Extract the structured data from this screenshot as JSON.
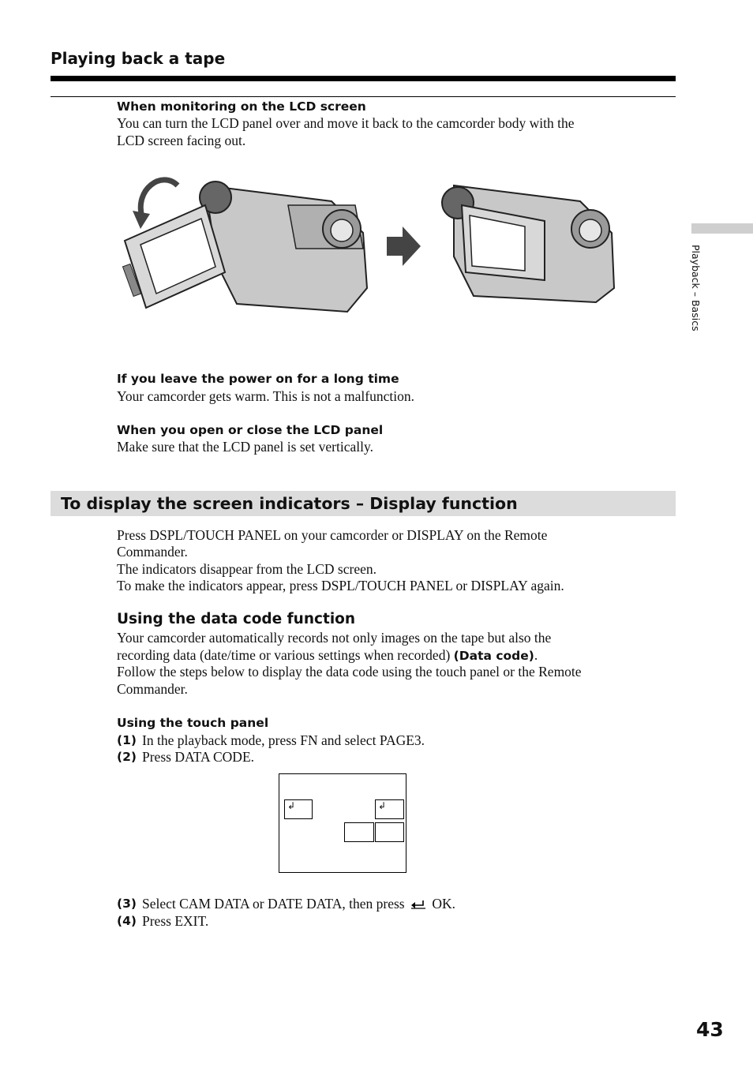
{
  "header": {
    "title": "Playing back a tape"
  },
  "sections": {
    "lcd_monitoring": {
      "heading": "When monitoring on the LCD screen",
      "line1": "You can turn the LCD panel over and move it back to the camcorder body with the",
      "line2": "LCD screen facing out."
    },
    "power_on": {
      "heading": "If you leave the power on for a long time",
      "text": "Your camcorder gets warm. This is not a malfunction."
    },
    "open_close": {
      "heading": "When you open or close the LCD panel",
      "text": "Make sure that the LCD panel is set vertically."
    }
  },
  "display_function": {
    "title": "To display the screen indicators – Display function",
    "lines": [
      "Press DSPL/TOUCH PANEL on your camcorder or DISPLAY on the Remote",
      "Commander.",
      "The indicators disappear from the LCD screen.",
      "To make the indicators appear, press DSPL/TOUCH PANEL or DISPLAY again."
    ]
  },
  "data_code": {
    "heading": "Using the data code function",
    "line1": "Your camcorder automatically records not only images on the tape but also the",
    "line2_pre": "recording data (date/time or various settings when recorded) ",
    "line2_bold": "(Data code)",
    "line2_post": ".",
    "line3": "Follow the steps below to display the data code using the touch panel or the Remote",
    "line4": "Commander."
  },
  "touch_panel": {
    "heading": "Using the touch panel",
    "steps": [
      {
        "num": "(1)",
        "text": "In the playback mode, press FN and select PAGE3."
      },
      {
        "num": "(2)",
        "text": "Press DATA CODE."
      },
      {
        "num": "(3)",
        "text_pre": "Select CAM DATA or DATE DATA, then press ",
        "text_post": " OK."
      },
      {
        "num": "(4)",
        "text": "Press EXIT."
      }
    ]
  },
  "screen_diagram": {
    "return_glyph_left": "↲",
    "return_glyph_right": "↲"
  },
  "sidebar": {
    "label": "Playback – Basics"
  },
  "page_number": "43"
}
